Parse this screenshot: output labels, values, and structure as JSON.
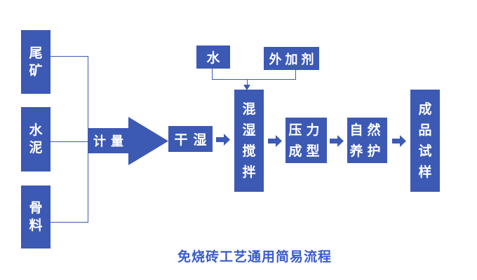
{
  "diagram": {
    "caption": "免烧砖工艺通用简易流程",
    "colors": {
      "node_fill": "#3c59b4",
      "node_text": "#ffffff",
      "connector": "#3c59b4",
      "caption_text": "#3a5cc8",
      "background": "#ffffff"
    },
    "nodes": {
      "tailings": {
        "label": "尾\n矿"
      },
      "cement": {
        "label": "水\n泥"
      },
      "aggregate": {
        "label": "骨\n料"
      },
      "water": {
        "label": "水"
      },
      "admixture": {
        "label": "外加剂"
      },
      "metering": {
        "label": "计量"
      },
      "dry_wet": {
        "label": "干湿"
      },
      "mix_stir": {
        "label": "混\n湿\n搅\n拌"
      },
      "press_form": {
        "label": "压力\n成型"
      },
      "natural_cure": {
        "label": "自然\n养护"
      },
      "product_sample": {
        "label": "成\n品\n试\n样"
      }
    },
    "icons": {
      "metering_arrow": "big-right-block-arrow",
      "flow_arrow": "right-block-arrow",
      "feed_arrow": "down-arrow"
    }
  }
}
